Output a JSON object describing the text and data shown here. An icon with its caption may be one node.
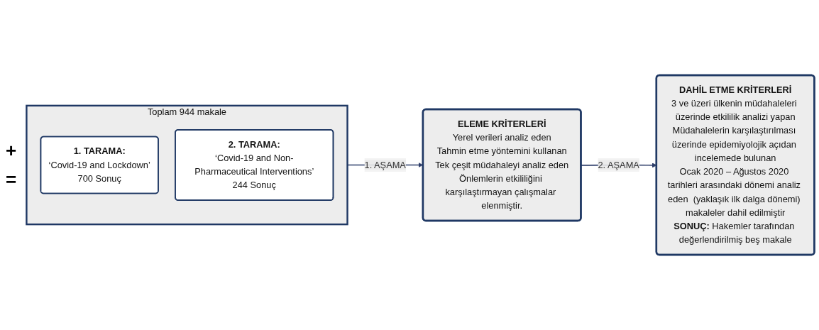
{
  "diagram": {
    "nodes": [
      {
        "text": [
          "Toplam 944 makale"
        ]
      },
      {
        "text": [
          "1. TARAMA:",
          "‘Covid-19 and Lockdown’",
          "700 Sonuç"
        ],
        "in": 0
      },
      {
        "text": [
          "2. TARAMA:",
          "‘Covid-19 and Non-Pharmaceutical Interventions’",
          "244 Sonuç"
        ],
        "in": 0
      },
      {
        "text": [
          "ELEME KRİTERLERİ",
          "Yerel verileri analiz eden",
          "Tahmin etme yöntemini kullanan",
          "Tek çeşit müdahaleyi analiz eden",
          "Önlemlerin etkililiğini karşılaştırmayan çalışmalar elenmiştir."
        ]
      },
      {
        "text": [
          "DAHİL ETME KRİTERLERİ",
          "3 ve üzeri ülkenin müdahaleleri üzerinde etkililik analizi yapan",
          "Müdahalelerin karşılaştırılması üzerinde epidemiyolojik açıdan incelemede bulunan",
          "Ocak 2020 – Ağustos 2020 tarihleri arasındaki dönemi analiz eden  (yaklaşık ilk dalga dönemi) makaleler dahil edilmiştir",
          "**SONUÇ:** Hakemler tarafından değerlendirilmiş beş makale"
        ]
      }
    ],
    "edges": [
      {
        "from": 0,
        "to": 3,
        "arrow": "to",
        "label": "1. AŞAMA"
      },
      {
        "from": 3,
        "to": 4,
        "arrow": "to",
        "label": "2. AŞAMA"
      }
    ],
    "labels": [
      "+",
      "="
    ]
  }
}
